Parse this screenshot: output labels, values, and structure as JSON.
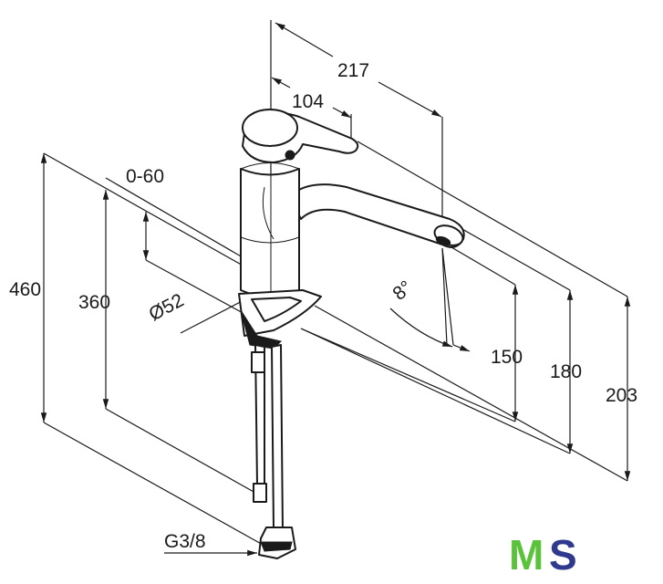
{
  "dimensions": {
    "total_reach": "217",
    "lever_reach": "104",
    "swivel": "0-60",
    "total_height": "460",
    "hose_height": "360",
    "diameter": "Ø52",
    "spout_angle": "8°",
    "spout_height": "150",
    "spout_top_height": "180",
    "lever_height": "203",
    "thread": "G3/8"
  },
  "logo": {
    "letter_1": "M",
    "letter_2": "S",
    "color_1": "#5bc33b",
    "color_2": "#2f3a8f"
  },
  "colors": {
    "ink": "#1a1a1a",
    "background": "#ffffff"
  }
}
